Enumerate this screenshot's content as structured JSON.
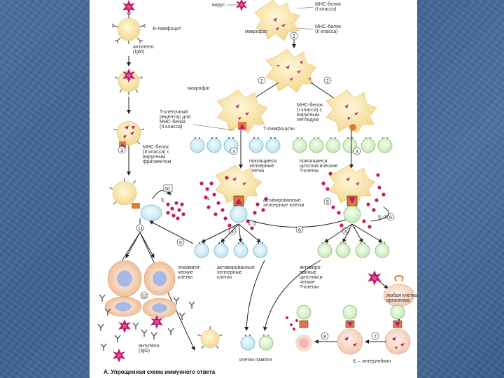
{
  "diagram": {
    "caption": "А. Упрощенная схема иммунного ответа",
    "labels": {
      "virus": "вирус",
      "mhc1": "MHC-белок",
      "mhc1_class": "(I класса)",
      "mhc2": "MHC-белок",
      "mhc2_class": "(II класса)",
      "macrophage": "макрофаг",
      "b_lymphocyte": "B-лимфоцит",
      "antibody_igm_1": "антитело",
      "antibody_igm_2": "(IgM)",
      "macrophage_left": "макрофаг",
      "tcr_1": "T-клеточный",
      "tcr_2": "рецептор для",
      "tcr_3": "MHC-белка",
      "tcr_4": "(II класса)",
      "mhc1_peptide_1": "MHC-белок",
      "mhc1_peptide_2": "(I класса) с",
      "mhc1_peptide_3": "вирусным",
      "mhc1_peptide_4": "пептидом",
      "t_lymphocytes": "T-лимфоциты",
      "mhc2_frag_1": "MHC-белок",
      "mhc2_frag_2": "(II класса) с",
      "mhc2_frag_3": "вирусным",
      "mhc2_frag_4": "фрагментом",
      "resting_helper_1": "покоящиеся",
      "resting_helper_2": "хелперные",
      "resting_helper_3": "клетки",
      "resting_cyto_1": "покоящиеся",
      "resting_cyto_2": "цитотоксические",
      "resting_cyto_3": "T-клетки",
      "il_left": "IL",
      "il_mid": "IL",
      "il2_a": "IL-2",
      "il2_b": "IL-2",
      "act_helper_1": "активированные",
      "act_helper_2": "хелперные клетки",
      "plasma_1": "плазмати-",
      "plasma_2": "ческие",
      "plasma_3": "клетки",
      "act_helper_b_1": "активированные",
      "act_helper_b_2": "хелперные",
      "act_helper_b_3": "клетки",
      "act_cyto_1": "активиро-",
      "act_cyto_2": "ванные",
      "act_cyto_3": "цитотокси-",
      "act_cyto_4": "ческие",
      "act_cyto_5": "T-клетки",
      "any_cell_1": "любая клетка",
      "any_cell_2": "организма",
      "igg_1": "антитело",
      "igg_2": "(IgG)",
      "memory": "клетки памяти",
      "il_def": "IL – интерлейкин"
    },
    "steps": [
      "1",
      "2",
      "2",
      "3",
      "3",
      "3",
      "4",
      "4",
      "5",
      "5",
      "6",
      "6",
      "7",
      "8",
      "10",
      "11",
      "12"
    ]
  }
}
